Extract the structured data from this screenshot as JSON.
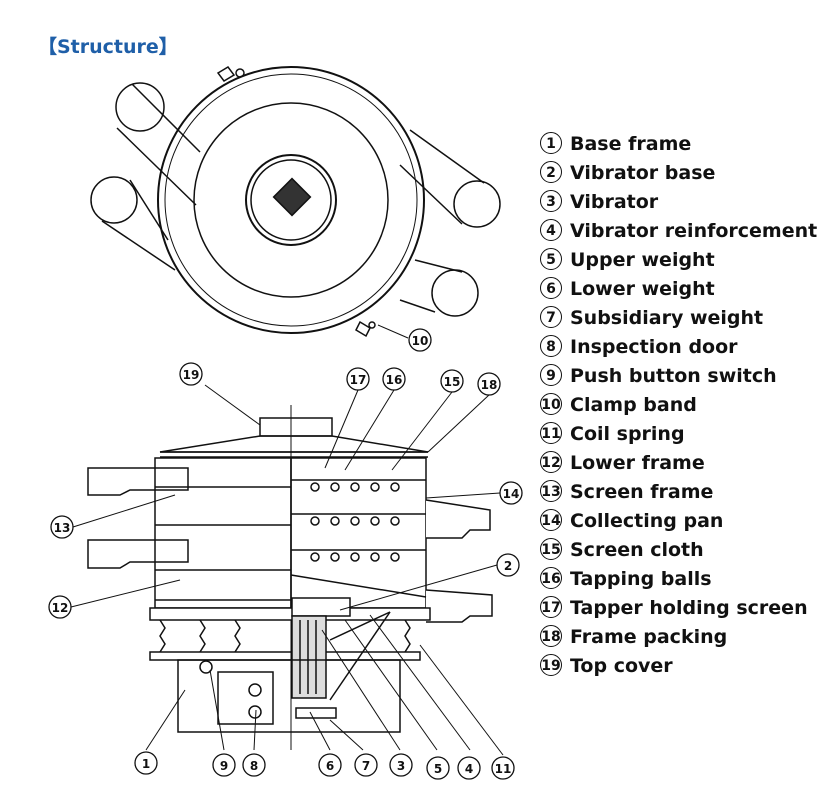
{
  "header": {
    "title": "【Structure】"
  },
  "legend": [
    {
      "num": "1",
      "label": "Base frame"
    },
    {
      "num": "2",
      "label": "Vibrator base"
    },
    {
      "num": "3",
      "label": "Vibrator"
    },
    {
      "num": "4",
      "label": "Vibrator reinforcement"
    },
    {
      "num": "5",
      "label": "Upper weight"
    },
    {
      "num": "6",
      "label": "Lower weight"
    },
    {
      "num": "7",
      "label": "Subsidiary weight"
    },
    {
      "num": "8",
      "label": "Inspection door"
    },
    {
      "num": "9",
      "label": "Push button switch"
    },
    {
      "num": "10",
      "label": "Clamp band"
    },
    {
      "num": "11",
      "label": "Coil spring"
    },
    {
      "num": "12",
      "label": "Lower frame"
    },
    {
      "num": "13",
      "label": "Screen frame"
    },
    {
      "num": "14",
      "label": "Collecting pan"
    },
    {
      "num": "15",
      "label": "Screen cloth"
    },
    {
      "num": "16",
      "label": "Tapping balls"
    },
    {
      "num": "17",
      "label": "Tapper holding screen"
    },
    {
      "num": "18",
      "label": "Frame packing"
    },
    {
      "num": "19",
      "label": "Top cover"
    }
  ],
  "top_callouts": [
    "10"
  ],
  "side_callouts": [
    "19",
    "17",
    "16",
    "15",
    "18",
    "14",
    "13",
    "12",
    "2",
    "1",
    "9",
    "8",
    "6",
    "7",
    "3",
    "5",
    "4",
    "11"
  ]
}
